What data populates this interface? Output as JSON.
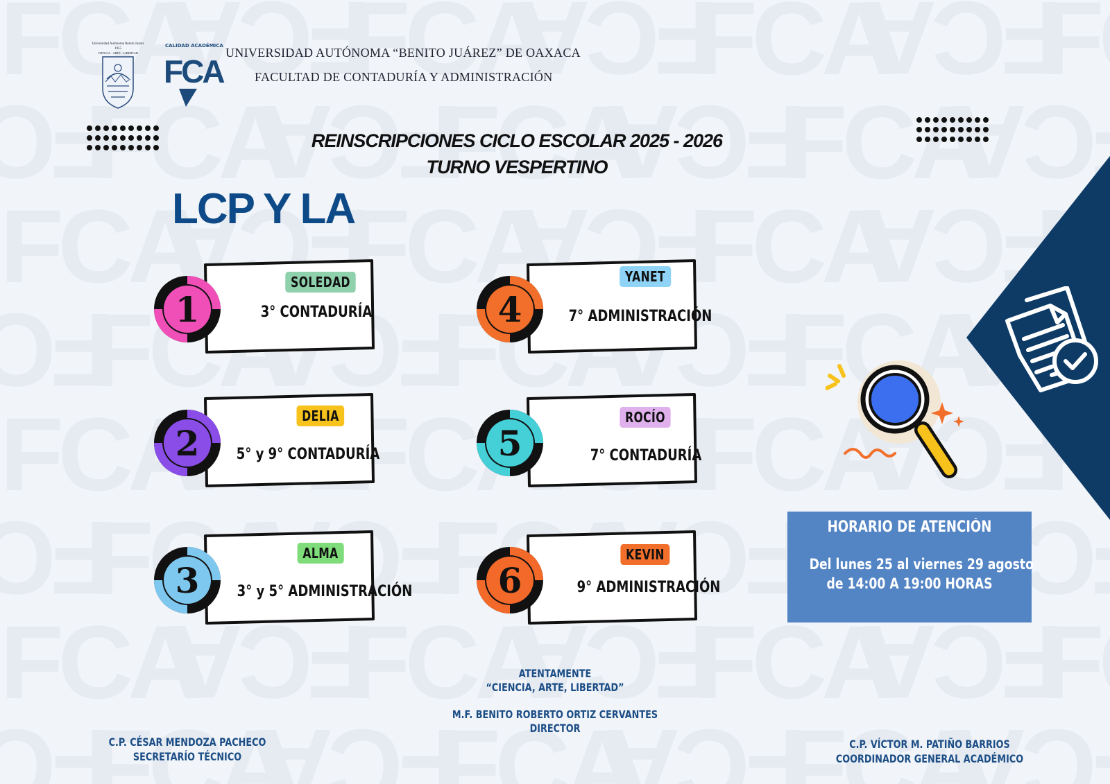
{
  "header": {
    "university": "UNIVERSIDAD AUTÓNOMA “BENITO JUÁREZ” DE OAXACA",
    "faculty": "FACULTAD DE CONTADURÍA Y ADMINISTRACIÓN",
    "seal_text": "Universidad Autónoma Benito Juárez de Oaxaca · 1955 · CIENCIA · ARTE · LIBERTAD",
    "fca_logo_top": "CALIDAD ACADÉMICA",
    "fca_logo_letters": "FCA"
  },
  "watermark_text": "FCA",
  "title": {
    "line1": "REINSCRIPCIONES CICLO ESCOLAR 2025 - 2026",
    "line2": "TURNO VESPERTINO"
  },
  "subtitle": "LCP Y LA",
  "cards": [
    {
      "number": "1",
      "name": "SOLEDAD",
      "program": "3° CONTADURÍA",
      "ring_color": "#f04fb8",
      "tag_color": "#8fd1ad"
    },
    {
      "number": "2",
      "name": "DELIA",
      "program": "5° y 9° CONTADURÍA",
      "ring_color": "#8b4de8",
      "tag_color": "#f7c21c"
    },
    {
      "number": "3",
      "name": "ALMA",
      "program": "3° y 5° ADMINISTRACIÓN",
      "ring_color": "#7ec8ef",
      "tag_color": "#7fdc7a"
    },
    {
      "number": "4",
      "name": "YANET",
      "program": "7° ADMINISTRACIÓN",
      "ring_color": "#f26f2b",
      "tag_color": "#8fd4f6"
    },
    {
      "number": "5",
      "name": "ROCÍO",
      "program": "7° CONTADURÍA",
      "ring_color": "#45d0d8",
      "tag_color": "#dfb0ec"
    },
    {
      "number": "6",
      "name": "KEVIN",
      "program": "9° ADMINISTRACIÓN",
      "ring_color": "#f2692a",
      "tag_color": "#f26f2b"
    }
  ],
  "hours": {
    "title": "HORARIO DE ATENCIÓN",
    "line1": "Del lunes 25 al viernes 29 agosto",
    "line2": "de 14:00 A 19:00 HORAS"
  },
  "signatures": {
    "closing": "ATENTAMENTE",
    "motto": "“CIENCIA, ARTE, LIBERTAD”",
    "director_name": "M.F. BENITO ROBERTO ORTIZ CERVANTES",
    "director_title": "DIRECTOR",
    "left_name": "C.P. CÉSAR MENDOZA PACHECO",
    "left_title": "SECRETARÍO TÉCNICO",
    "right_name": "C.P. VÍCTOR M. PATIÑO BARRIOS",
    "right_title": "COORDINADOR GENERAL ACADÉMICO"
  },
  "colors": {
    "background": "#f1f4f8",
    "navy": "#0d3b66",
    "title_blue": "#0d4a87",
    "hours_box": "#5384c4",
    "magnifier_lens": "#3b6ff0",
    "magnifier_handle": "#f7c21c",
    "sparkle": "#f26f2b"
  },
  "icons": [
    "university-seal-logo",
    "fca-logo",
    "document-check-icon",
    "magnifying-glass-icon",
    "sparkle-icon"
  ]
}
